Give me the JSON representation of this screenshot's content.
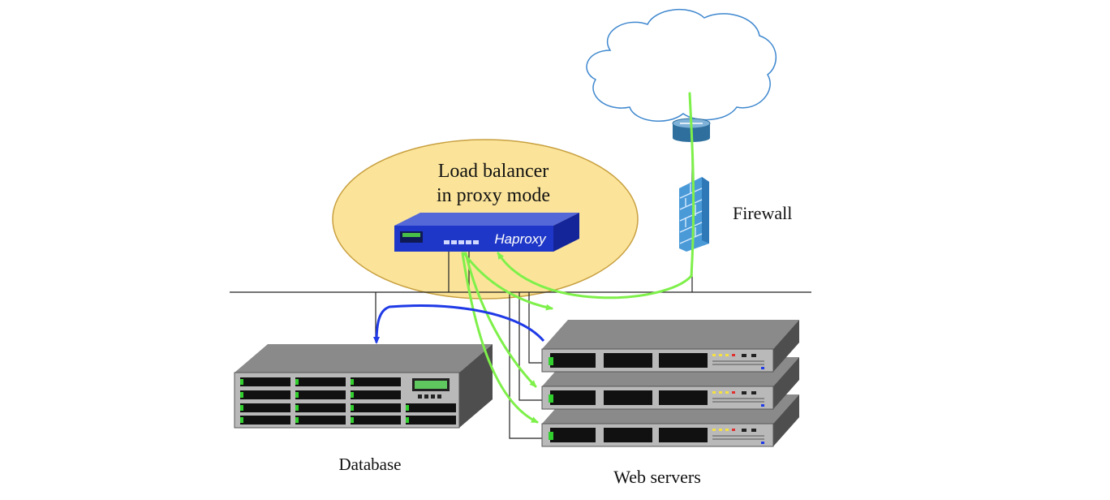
{
  "diagram": {
    "load_balancer_label_line1": "Load balancer",
    "load_balancer_label_line2": "in proxy mode",
    "haproxy_brand": "Haproxy",
    "firewall_label": "Firewall",
    "database_label": "Database",
    "web_servers_label": "Web servers"
  },
  "colors": {
    "ellipse_fill": "#fbe49a",
    "ellipse_stroke": "#c8a040",
    "haproxy_blue": "#1f37c8",
    "traffic_green": "#7ef04a",
    "db_link_blue": "#1f3ae6",
    "firewall_blue": "#4a9ad8",
    "router_blue": "#2e6f9e",
    "server_dark": "#4e4e4e",
    "server_light": "#8a8a8a",
    "led_green": "#32d02e"
  },
  "icons": [
    "cloud-icon",
    "router-icon",
    "firewall-icon",
    "haproxy-appliance-icon",
    "database-server-icon",
    "web-server-icon"
  ]
}
